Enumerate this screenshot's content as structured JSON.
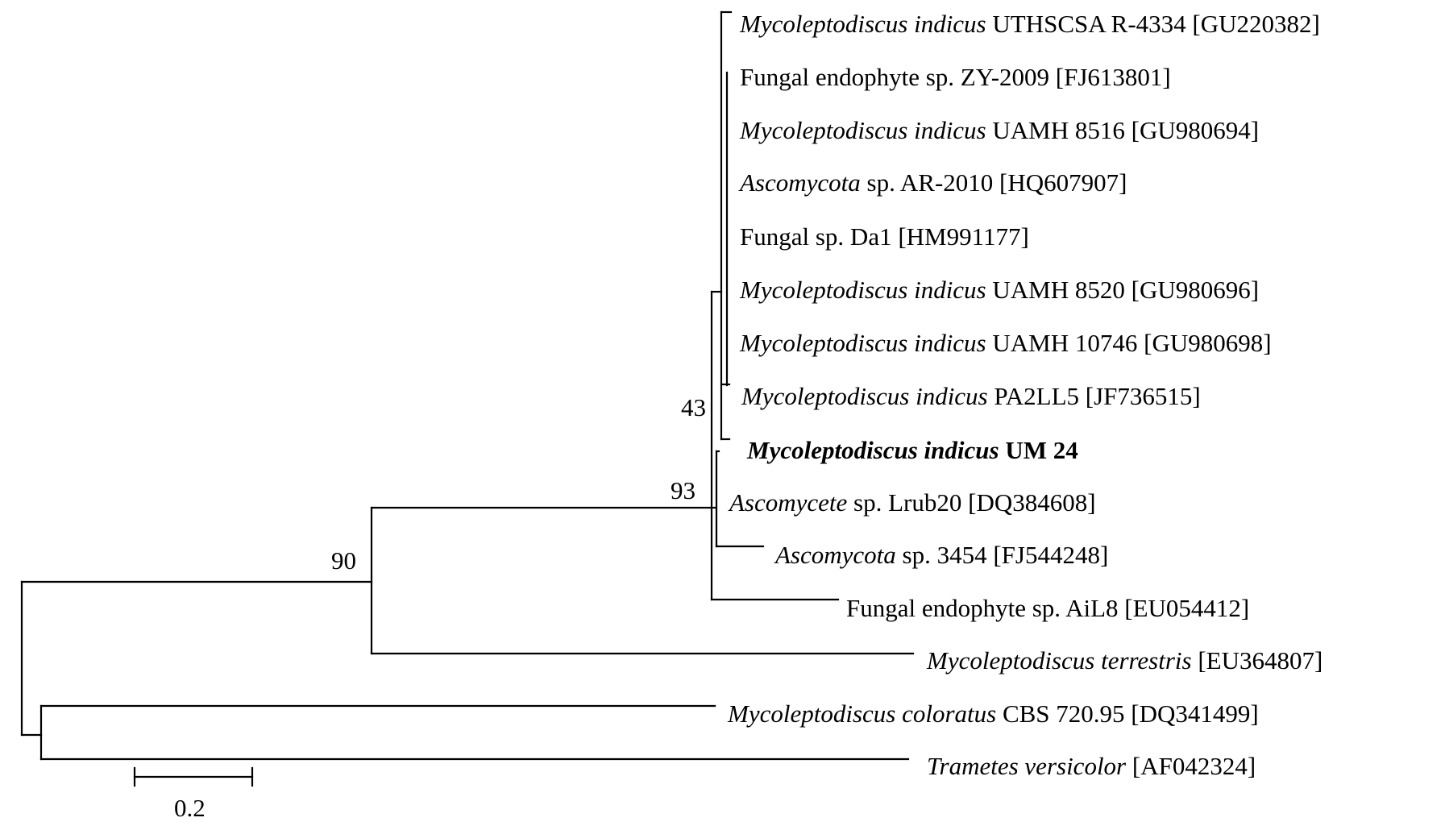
{
  "taxa": [
    {
      "name": "Mycoleptodiscus indicus",
      "suffix": " UTHSCSA R-4334 [GU220382]",
      "italic": true,
      "bold": false
    },
    {
      "name": "Fungal endophyte sp. ZY-2009 [FJ613801]",
      "suffix": "",
      "italic": false,
      "bold": false
    },
    {
      "name": "Mycoleptodiscus indicus",
      "suffix": " UAMH 8516 [GU980694]",
      "italic": true,
      "bold": false
    },
    {
      "name": "Ascomycota",
      "suffix": " sp. AR-2010 [HQ607907]",
      "italic": true,
      "bold": false
    },
    {
      "name": "Fungal sp. Da1 [HM991177]",
      "suffix": "",
      "italic": false,
      "bold": false
    },
    {
      "name": "Mycoleptodiscus indicus",
      "suffix": " UAMH 8520 [GU980696]",
      "italic": true,
      "bold": false
    },
    {
      "name": "Mycoleptodiscus indicus",
      "suffix": " UAMH 10746 [GU980698]",
      "italic": true,
      "bold": false
    },
    {
      "name": "Mycoleptodiscus indicus",
      "suffix": " PA2LL5 [JF736515]",
      "italic": true,
      "bold": false
    },
    {
      "name": "Mycoleptodiscus indicus",
      "suffix": " UM 24",
      "italic": true,
      "bold": true
    },
    {
      "name": "Ascomycete",
      "suffix": " sp. Lrub20 [DQ384608]",
      "italic": true,
      "bold": false
    },
    {
      "name": "Ascomycota",
      "suffix": " sp. 3454 [FJ544248]",
      "italic": true,
      "bold": false
    },
    {
      "name": "Fungal endophyte sp. AiL8 [EU054412]",
      "suffix": "",
      "italic": false,
      "bold": false
    },
    {
      "name": "Mycoleptodiscus terrestris",
      "suffix": " [EU364807]",
      "italic": true,
      "bold": false
    },
    {
      "name": "Mycoleptodiscus coloratus",
      "suffix": " CBS 720.95 [DQ341499]",
      "italic": true,
      "bold": false
    },
    {
      "name": "Trametes versicolor",
      "suffix": " [AF042324]",
      "italic": true,
      "bold": false
    }
  ],
  "support_values": [
    {
      "node": "indicus-clade",
      "value": "43"
    },
    {
      "node": "lrub-clade",
      "value": "93"
    },
    {
      "node": "ingroup",
      "value": "90"
    }
  ],
  "scale_bar": {
    "label": "0.2",
    "length": 0.2
  },
  "colors": {
    "line": "#000000",
    "text": "#000000",
    "background": "#ffffff"
  }
}
